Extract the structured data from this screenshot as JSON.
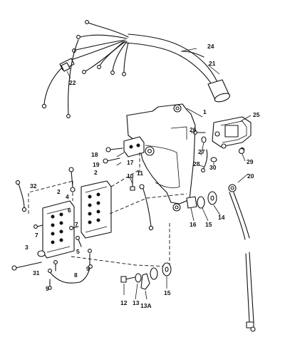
{
  "callouts": [
    "1",
    "2",
    "2",
    "3",
    "4",
    "5",
    "6",
    "7",
    "7",
    "8",
    "9",
    "9",
    "10",
    "11",
    "12",
    "13",
    "13A",
    "14",
    "15",
    "15",
    "16",
    "17",
    "18",
    "19",
    "20",
    "21",
    "22",
    "24",
    "25",
    "26",
    "27",
    "28",
    "29",
    "30",
    "31",
    "32"
  ]
}
